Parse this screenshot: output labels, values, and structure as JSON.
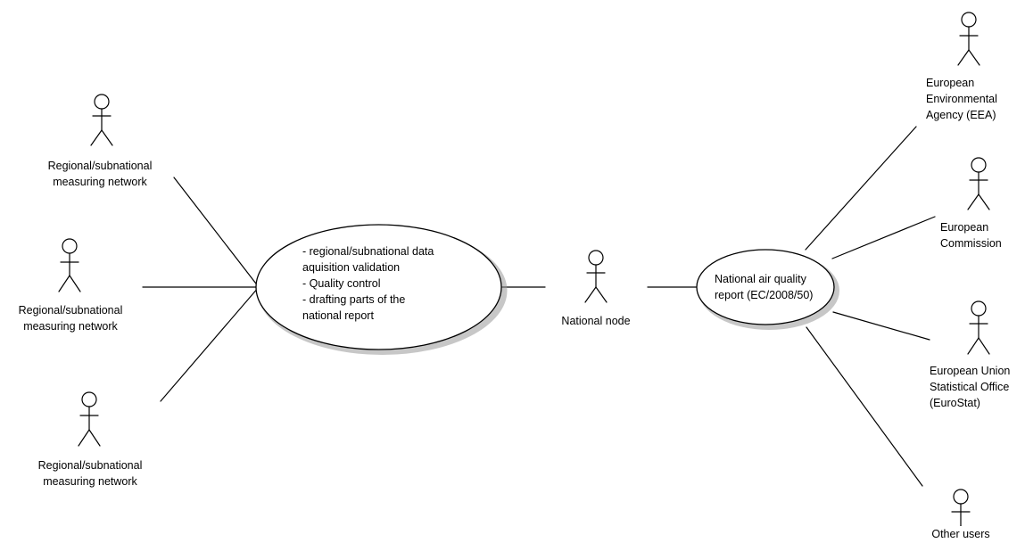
{
  "actors": {
    "regional_top": {
      "lines": [
        "Regional/subnational",
        "measuring network"
      ]
    },
    "regional_mid": {
      "lines": [
        "Regional/subnational",
        "measuring network"
      ]
    },
    "regional_bottom": {
      "lines": [
        "Regional/subnational",
        "measuring network"
      ]
    },
    "national_node": {
      "lines": [
        "National node"
      ]
    },
    "eea": {
      "lines": [
        "European",
        "Environmental",
        "Agency (EEA)"
      ]
    },
    "commission": {
      "lines": [
        "European",
        "Commission"
      ]
    },
    "eurostat": {
      "lines": [
        "European Union",
        "Statistical Office",
        "(EuroStat)"
      ]
    },
    "other_users": {
      "lines": [
        "Other users"
      ]
    }
  },
  "use_cases": {
    "regional_processing": {
      "lines": [
        "- regional/subnational data",
        "aquisition validation",
        "- Quality control",
        "- drafting parts of the",
        "national report"
      ]
    },
    "national_report": {
      "lines": [
        "National air quality",
        "report (EC/2008/50)"
      ]
    }
  },
  "colors": {
    "stroke": "#000000",
    "background": "#ffffff",
    "text": "#000000"
  }
}
